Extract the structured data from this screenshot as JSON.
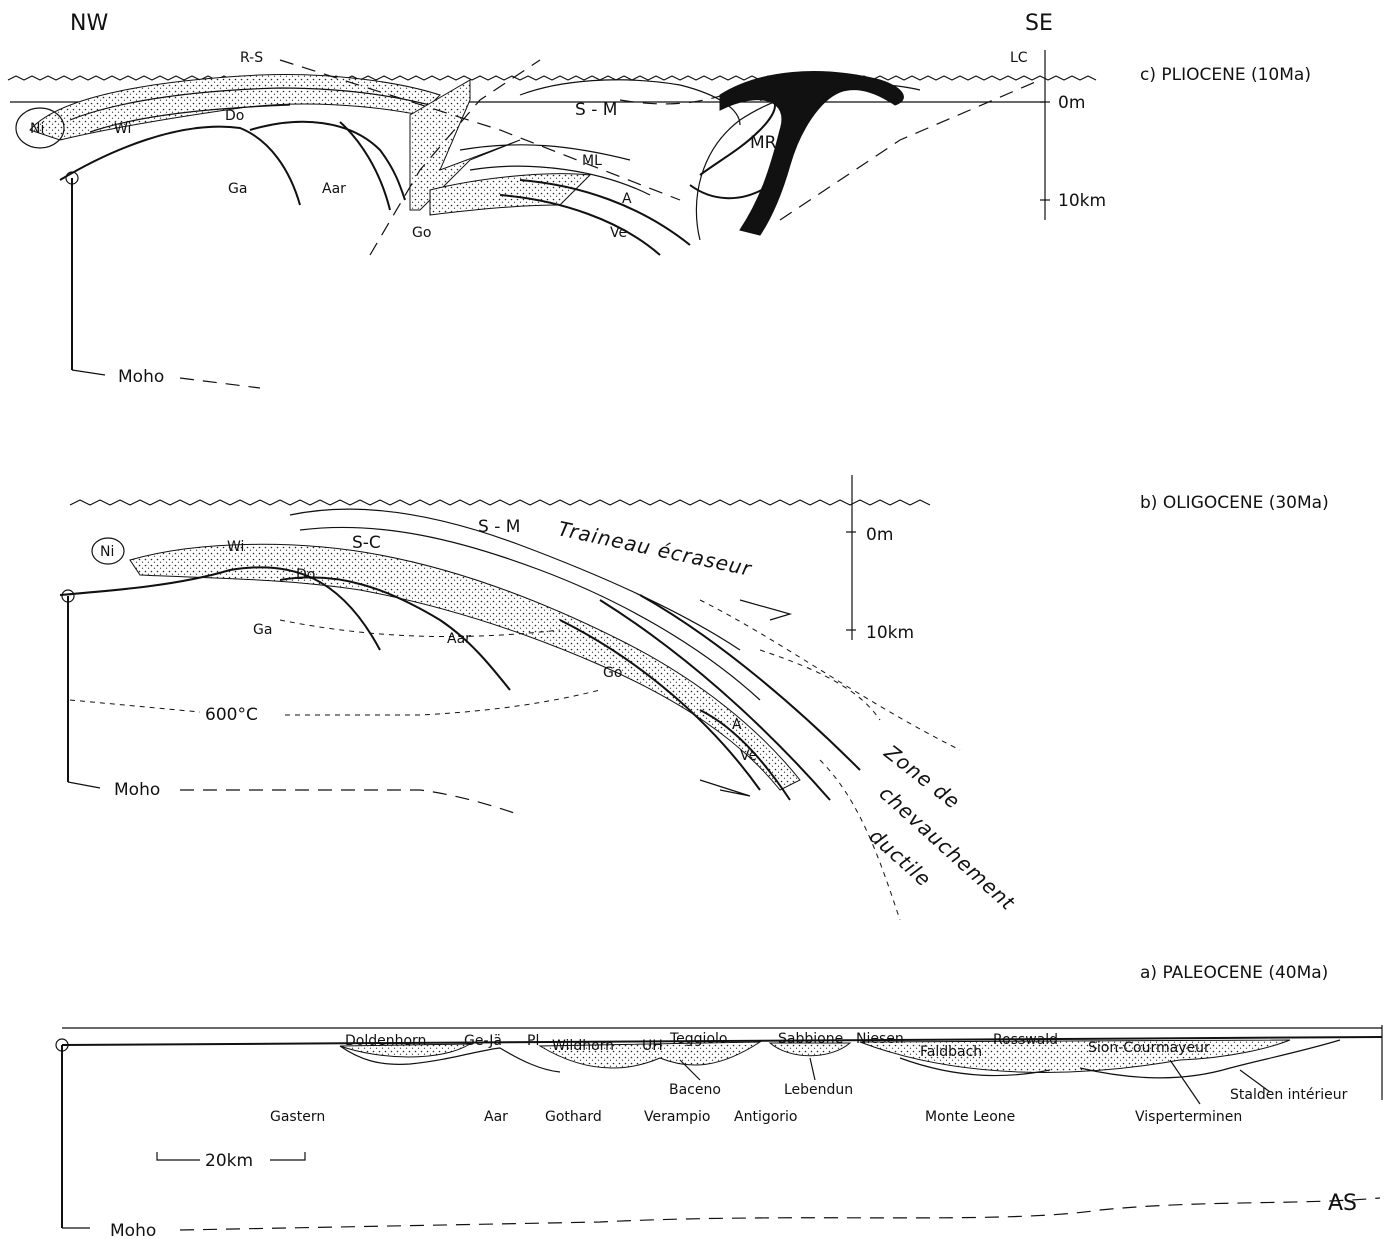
{
  "orientation": {
    "left": "NW",
    "right": "SE"
  },
  "panel_c": {
    "title": "c) PLIOCENE (10Ma)",
    "scale": {
      "zero": "0m",
      "depth": "10km"
    },
    "moho": "Moho",
    "labels": {
      "rs": "R-S",
      "lc": "LC",
      "ni": "Ni",
      "wi": "Wi",
      "do": "Do",
      "ga": "Ga",
      "aar": "Aar",
      "go": "Go",
      "sm": "S - M",
      "ml": "ML",
      "mr": "MR",
      "a": "A",
      "ve": "Ve"
    }
  },
  "panel_b": {
    "title": "b) OLIGOCENE (30Ma)",
    "scale": {
      "zero": "0m",
      "depth": "10km"
    },
    "moho": "Moho",
    "isotherm": "600°C",
    "traineau": "Traineau écraseur",
    "zone": {
      "l1": "Zone de",
      "l2": "chevauchement",
      "l3": "ductile"
    },
    "labels": {
      "ni": "Ni",
      "wi": "Wi",
      "sc": "S-C",
      "sm": "S - M",
      "do": "Do",
      "ga": "Ga",
      "aar": "Aar",
      "go": "Go",
      "a": "A",
      "ve": "Ve"
    }
  },
  "panel_a": {
    "title": "a) PALEOCENE (40Ma)",
    "moho": "Moho",
    "scale_bar": "20km",
    "signature": "AS",
    "top_labels": {
      "doldenhorn": "Doldenhorn",
      "geja": "Ge-Jä",
      "pl": "Pl",
      "wildhorn": "Wildhorn",
      "uh": "UH",
      "teggiolo": "Teggiolo",
      "sabbione": "Sabbione",
      "niesen": "Niesen",
      "faldbach": "Faldbach",
      "rosswald": "Rosswald",
      "sion": "Sion-Courmayeur"
    },
    "mid_labels": {
      "baceno": "Baceno",
      "lebendun": "Lebendun",
      "stalden": "Stalden intérieur"
    },
    "bottom_labels": {
      "gastern": "Gastern",
      "aar": "Aar",
      "gothard": "Gothard",
      "verampio": "Verampio",
      "antigorio": "Antigorio",
      "monteleone": "Monte Leone",
      "visp": "Visperterminen"
    }
  }
}
